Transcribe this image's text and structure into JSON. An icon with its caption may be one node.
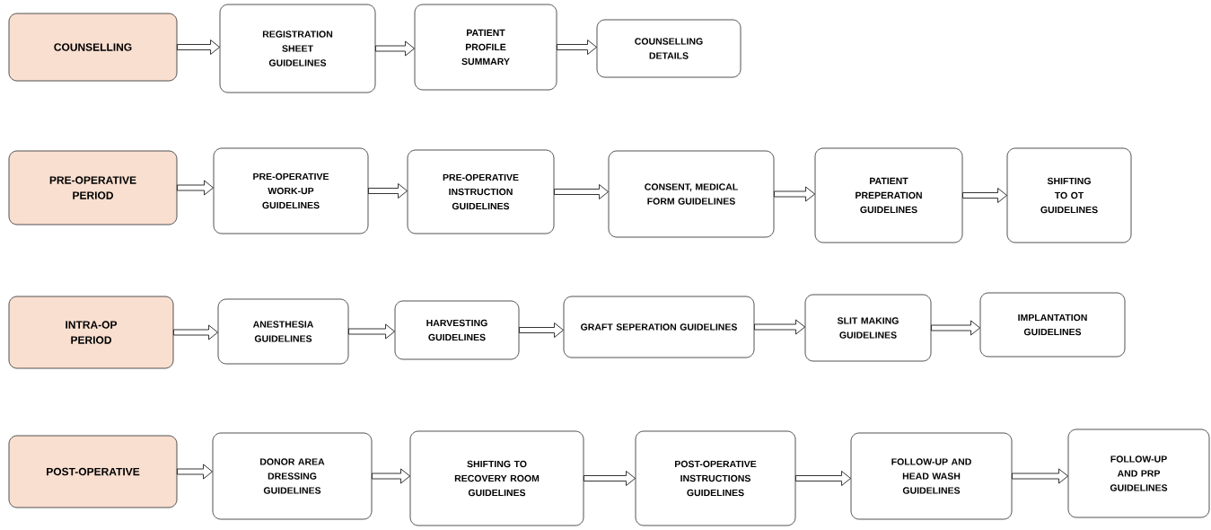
{
  "diagram": {
    "nodes": [
      {
        "text": [
          "COUNSELLING"
        ]
      },
      {
        "text": [
          "REGISTRATION SHEET GUIDELINES"
        ]
      },
      {
        "text": [
          "PATIENT PROFILE SUMMARY"
        ]
      },
      {
        "text": [
          "COUNSELLING DETAILS"
        ]
      },
      {
        "text": [
          "PRE-OPERATIVE PERIOD"
        ]
      },
      {
        "text": [
          "PRE-OPERATIVE WORK-UP GUIDELINES"
        ]
      },
      {
        "text": [
          "PRE-OPERATIVE INSTRUCTION GUIDELINES"
        ]
      },
      {
        "text": [
          "CONSENT, MEDICAL FORM GUIDELINES"
        ]
      },
      {
        "text": [
          "PATIENT PREPERATION GUIDELINES"
        ]
      },
      {
        "text": [
          "SHIFTING TO OT GUIDELINES"
        ]
      },
      {
        "text": [
          "INTRA-OP PERIOD"
        ]
      },
      {
        "text": [
          "ANESTHESIA GUIDELINES"
        ]
      },
      {
        "text": [
          "HARVESTING GUIDELINES"
        ]
      },
      {
        "text": [
          "GRAFT SEPERATION GUIDELINES"
        ]
      },
      {
        "text": [
          "SLIT MAKING GUIDELINES"
        ]
      },
      {
        "text": [
          "IMPLANTATION GUIDELINES"
        ]
      },
      {
        "text": [
          "POST-OPERATIVE"
        ]
      },
      {
        "text": [
          "DONOR AREA DRESSING GUIDELINES"
        ]
      },
      {
        "text": [
          "SHIFTING TO RECOVERY ROOM GUIDELINES"
        ]
      },
      {
        "text": [
          "POST-OPERATIVE INSTRUCTIONS GUIDELINES"
        ]
      },
      {
        "text": [
          "FOLLOW-UP AND HEAD WASH GUIDELINES"
        ]
      },
      {
        "text": [
          "FOLLOW-UP AND PRP GUIDELINES"
        ]
      }
    ],
    "edges": [
      {
        "from": 0,
        "to": 1,
        "arrow": "to"
      },
      {
        "from": 1,
        "to": 2,
        "arrow": "to"
      },
      {
        "from": 2,
        "to": 3,
        "arrow": "to"
      },
      {
        "from": 4,
        "to": 5,
        "arrow": "to"
      },
      {
        "from": 5,
        "to": 6,
        "arrow": "to"
      },
      {
        "from": 6,
        "to": 7,
        "arrow": "to"
      },
      {
        "from": 7,
        "to": 8,
        "arrow": "to"
      },
      {
        "from": 8,
        "to": 9,
        "arrow": "to"
      },
      {
        "from": 10,
        "to": 11,
        "arrow": "to"
      },
      {
        "from": 11,
        "to": 12,
        "arrow": "to"
      },
      {
        "from": 12,
        "to": 13,
        "arrow": "to"
      },
      {
        "from": 13,
        "to": 14,
        "arrow": "to"
      },
      {
        "from": 14,
        "to": 15,
        "arrow": "to"
      },
      {
        "from": 16,
        "to": 17,
        "arrow": "to"
      },
      {
        "from": 17,
        "to": 18,
        "arrow": "to"
      },
      {
        "from": 18,
        "to": 19,
        "arrow": "to"
      },
      {
        "from": 19,
        "to": 20,
        "arrow": "to"
      },
      {
        "from": 20,
        "to": 21,
        "arrow": "to"
      }
    ]
  }
}
